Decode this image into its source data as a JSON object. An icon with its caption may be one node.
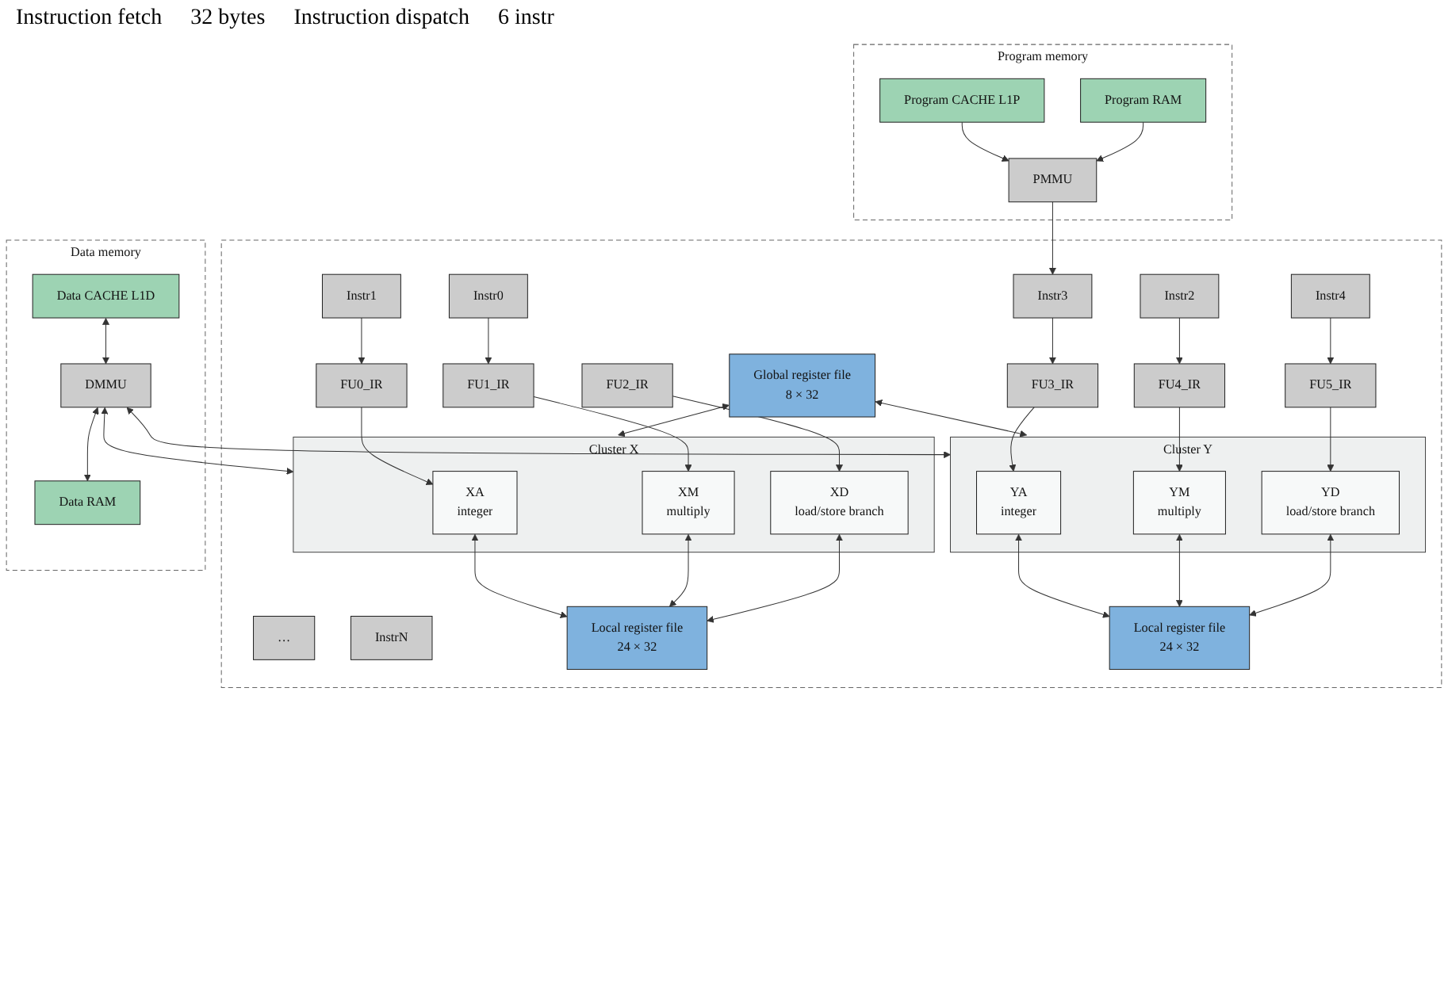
{
  "diagram": {
    "nodes": [
      {
        "text": [
          "Program memory"
        ]
      },
      {
        "text": [
          "Program CACHE L1P"
        ],
        "in": 0
      },
      {
        "text": [
          "PMMU"
        ],
        "in": 0
      },
      {
        "text": [
          "Program RAM"
        ],
        "in": 0
      },
      {
        "text": [],
        "shape": "box"
      },
      {
        "text": [
          "Instr0"
        ],
        "in": 4
      },
      {
        "text": [
          "Instr1"
        ],
        "in": 4
      },
      {
        "text": [
          "Instr2"
        ],
        "in": 4
      },
      {
        "text": [
          "Instr3"
        ],
        "in": 4
      },
      {
        "text": [
          "Instr4"
        ],
        "in": 4
      },
      {
        "text": [
          "…"
        ],
        "in": 4
      },
      {
        "text": [
          "InstrN"
        ],
        "in": 4
      },
      {
        "text": [
          "FU0_IR"
        ],
        "in": 4
      },
      {
        "text": [
          "FU1_IR"
        ],
        "in": 4
      },
      {
        "text": [
          "FU2_IR"
        ],
        "in": 4
      },
      {
        "text": [
          "FU3_IR"
        ],
        "in": 4
      },
      {
        "text": [
          "FU4_IR"
        ],
        "in": 4
      },
      {
        "text": [
          "FU5_IR"
        ],
        "in": 4
      },
      {
        "text": [
          "Cluster X"
        ],
        "in": 4
      },
      {
        "text": [
          "XA",
          "integer"
        ],
        "in": 18
      },
      {
        "text": [
          "XM",
          "multiply"
        ],
        "in": 18
      },
      {
        "text": [
          "XD",
          "load/store branch"
        ],
        "in": 18
      },
      {
        "text": [
          "Global register file",
          "8 × 32"
        ],
        "in": 4
      },
      {
        "text": [
          "Cluster Y"
        ],
        "in": 4
      },
      {
        "text": [
          "YA",
          "integer"
        ],
        "in": 23
      },
      {
        "text": [
          "YM",
          "multiply"
        ],
        "in": 23
      },
      {
        "text": [
          "YD",
          "load/store branch"
        ],
        "in": 23
      },
      {
        "text": [
          "Local register file",
          "24 × 32"
        ],
        "in": 4
      },
      {
        "text": [
          "Local register file",
          "24 × 32"
        ],
        "in": 4
      },
      {
        "text": [
          "Data memory"
        ]
      },
      {
        "text": [
          "Data CACHE L1D"
        ],
        "in": 29
      },
      {
        "text": [
          "DMMU"
        ],
        "in": 29
      },
      {
        "text": [
          "Data RAM"
        ],
        "in": 29
      }
    ],
    "edges": [
      {
        "from": 1,
        "to": 2,
        "arrow": "to"
      },
      {
        "from": 3,
        "to": 2,
        "arrow": "to"
      },
      {
        "from": 2,
        "to": 8,
        "arrow": "to"
      },
      {
        "from": 6,
        "to": 12,
        "arrow": "to"
      },
      {
        "from": 5,
        "to": 13,
        "arrow": "to"
      },
      {
        "from": 8,
        "to": 15,
        "arrow": "to"
      },
      {
        "from": 7,
        "to": 16,
        "arrow": "to"
      },
      {
        "from": 9,
        "to": 17,
        "arrow": "to"
      },
      {
        "from": 12,
        "to": 19,
        "arrow": "to"
      },
      {
        "from": 13,
        "to": 20,
        "arrow": "to"
      },
      {
        "from": 14,
        "to": 21,
        "arrow": "to"
      },
      {
        "from": 15,
        "to": 24,
        "arrow": "to"
      },
      {
        "from": 16,
        "to": 25,
        "arrow": "to"
      },
      {
        "from": 17,
        "to": 26,
        "arrow": "to"
      },
      {
        "from": 19,
        "to": 27,
        "arrow": "both"
      },
      {
        "from": 20,
        "to": 27,
        "arrow": "both"
      },
      {
        "from": 21,
        "to": 27,
        "arrow": "both"
      },
      {
        "from": 24,
        "to": 28,
        "arrow": "both"
      },
      {
        "from": 25,
        "to": 28,
        "arrow": "both"
      },
      {
        "from": 26,
        "to": 28,
        "arrow": "both"
      },
      {
        "from": 22,
        "to": 18,
        "arrow": "both"
      },
      {
        "from": 22,
        "to": 23,
        "arrow": "both"
      },
      {
        "from": 31,
        "to": 18,
        "arrow": "both"
      },
      {
        "from": 31,
        "to": 23,
        "arrow": "both"
      },
      {
        "from": 30,
        "to": 31,
        "arrow": "both"
      },
      {
        "from": 31,
        "to": 32,
        "arrow": "both"
      }
    ],
    "labels": [
      "Instruction fetch",
      "32 bytes",
      "Instruction dispatch",
      "6 instr"
    ]
  }
}
